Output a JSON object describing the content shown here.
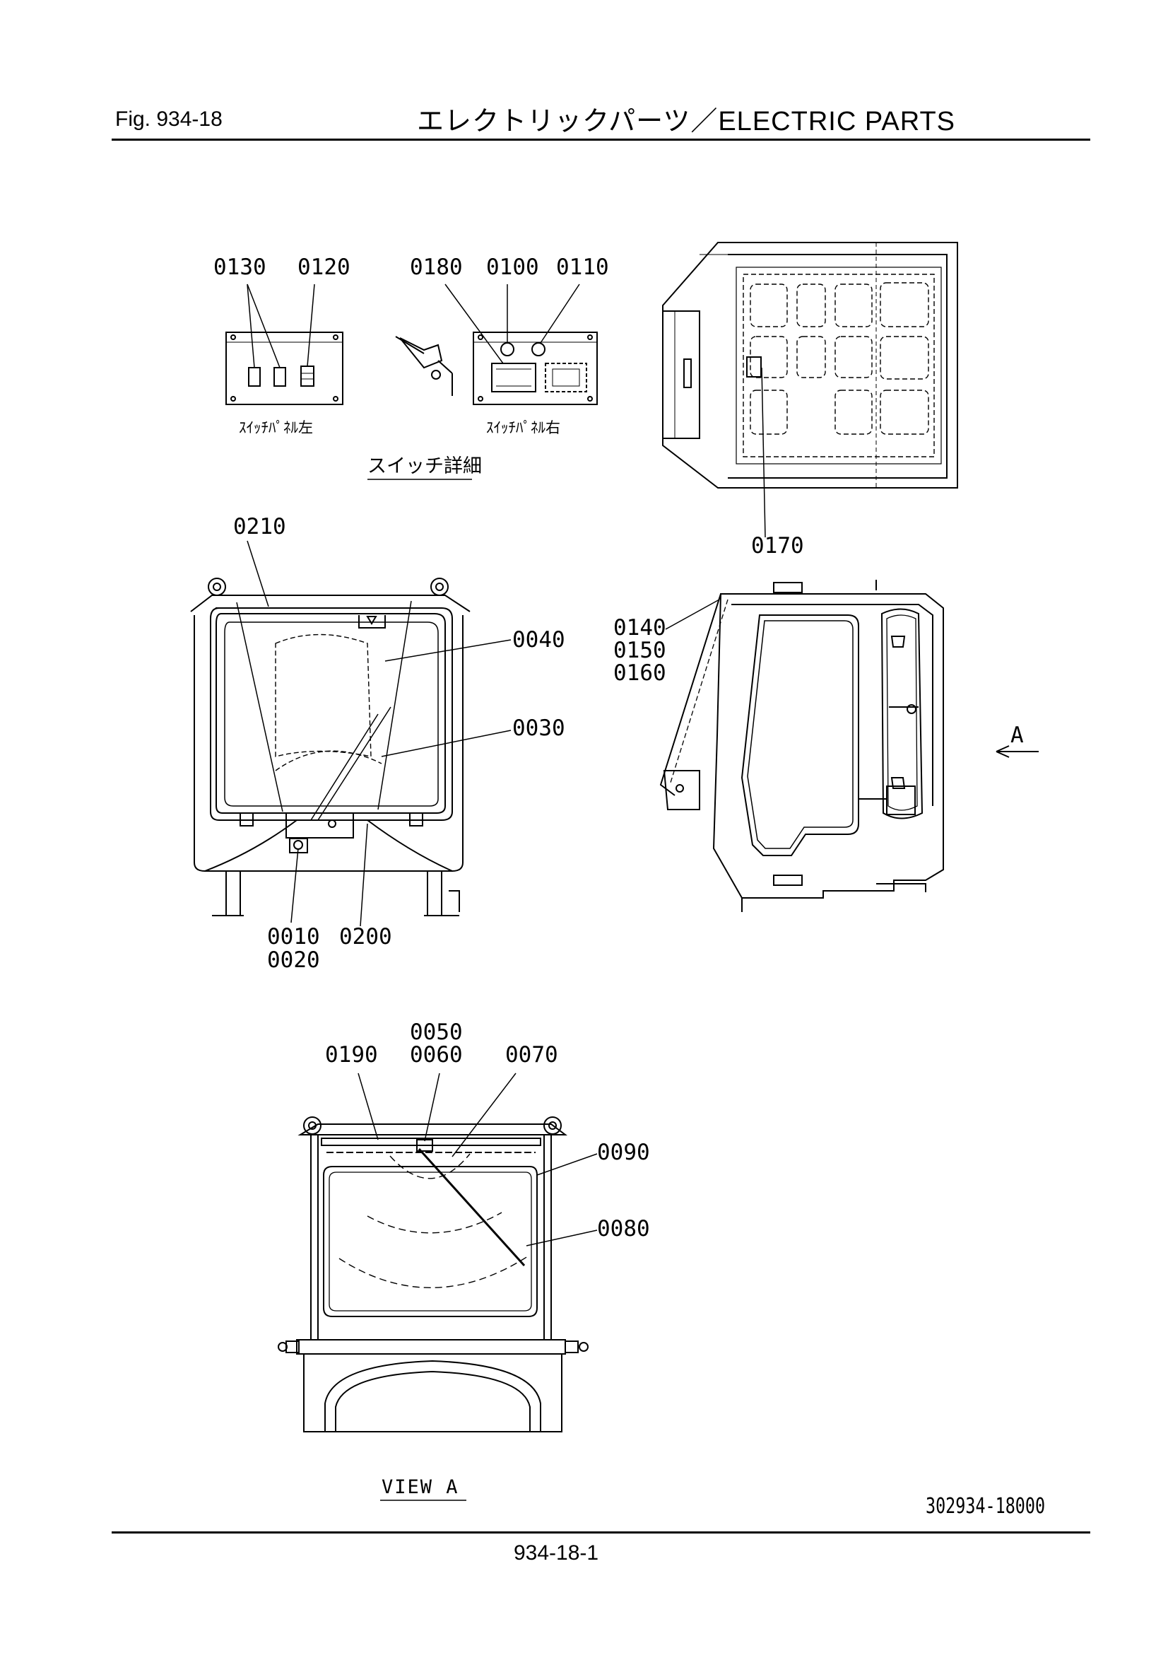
{
  "header": {
    "figure_number": "Fig.  934-18",
    "title": "エレクトリックパーツ／ELECTRIC PARTS"
  },
  "switch_detail": {
    "left_panel_caption": "ｽｲｯﾁﾊﾟﾈﾙ左",
    "right_panel_caption": "ｽｲｯﾁﾊﾟﾈﾙ右",
    "section_title": "スイッチ詳細"
  },
  "callouts": {
    "c0130": "0130",
    "c0120": "0120",
    "c0180": "0180",
    "c0100": "0100",
    "c0110": "0110",
    "c0170": "0170",
    "c0210": "0210",
    "c0040": "0040",
    "c0030": "0030",
    "c0010": "0010",
    "c0020": "0020",
    "c0200": "0200",
    "c0140": "0140",
    "c0150": "0150",
    "c0160": "0160",
    "c0050": "0050",
    "c0060": "0060",
    "c0190": "0190",
    "c0070": "0070",
    "c0090": "0090",
    "c0080": "0080"
  },
  "view_marker": "A",
  "view_title": "VIEW  A",
  "drawing_number": "302934-18000",
  "footer": {
    "page_number": "934-18-1"
  }
}
